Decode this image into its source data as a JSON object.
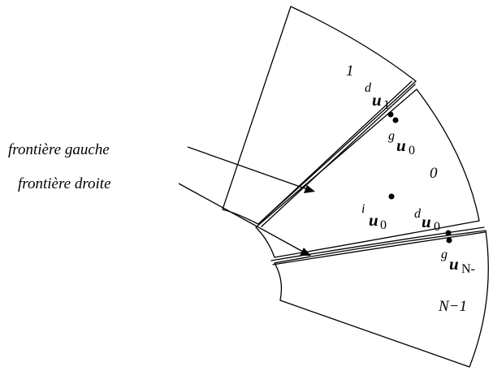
{
  "labels": {
    "left_boundary": "frontière gauche",
    "right_boundary": "frontière droite",
    "cell_top": "1",
    "cell_middle": "0",
    "cell_bottom": "N−1"
  },
  "points": {
    "d_u1": {
      "sup": "d",
      "var": "u",
      "sub": "1"
    },
    "g_u0": {
      "sup": "g",
      "var": "u",
      "sub": "0"
    },
    "i_u0": {
      "sup": "i",
      "var": "u",
      "sub": "0"
    },
    "d_u0": {
      "sup": "d",
      "var": "u",
      "sub": "0"
    },
    "g_uN": {
      "sup": "g",
      "var": "u",
      "sub": "N-"
    }
  }
}
